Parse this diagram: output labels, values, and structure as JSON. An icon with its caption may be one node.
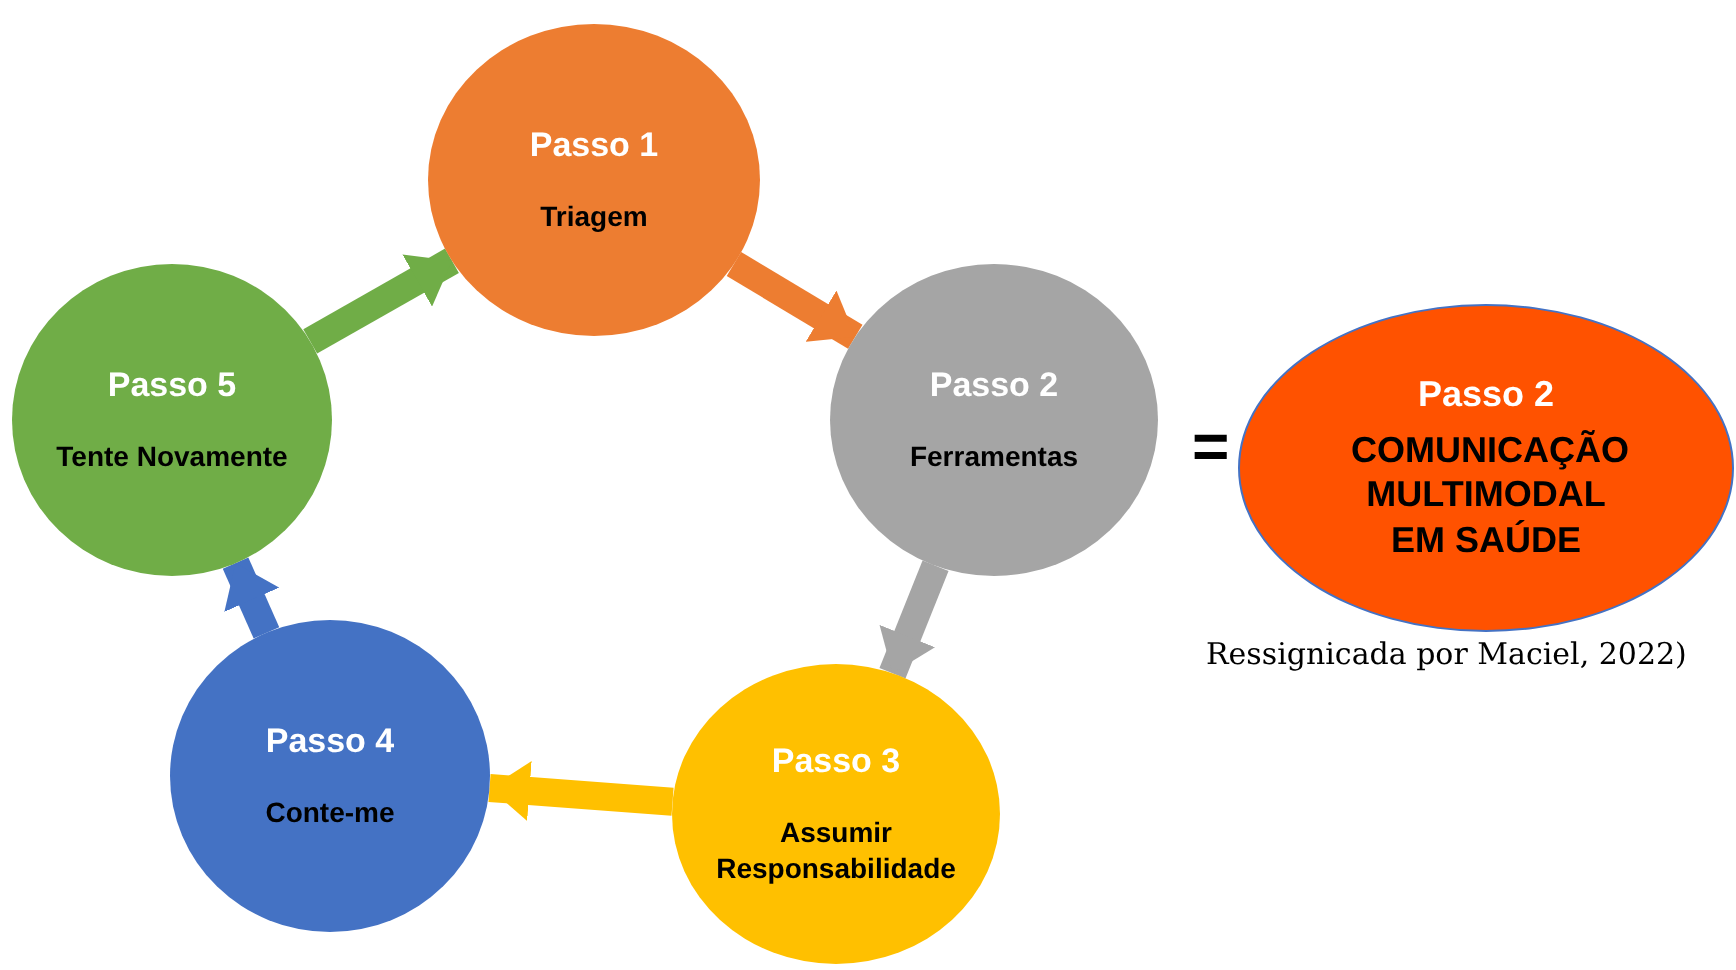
{
  "diagram": {
    "nodes": [
      {
        "text": [
          "Passo 1",
          "Triagem"
        ]
      },
      {
        "text": [
          "Passo 2",
          "Ferramentas"
        ]
      },
      {
        "text": [
          "Passo 3",
          "Assumir Responsabilidade"
        ]
      },
      {
        "text": [
          "Passo 4",
          "Conte-me"
        ]
      },
      {
        "text": [
          "Passo 5",
          "Tente Novamente"
        ]
      },
      {
        "text": [
          "Passo 2",
          "COMUNICAÇÃO MULTIMODAL EM SAÚDE"
        ]
      }
    ],
    "edges": [
      {
        "from": 0,
        "to": 1,
        "arrow": "to",
        "color": "#ed7d31"
      },
      {
        "from": 1,
        "to": 2,
        "arrow": "to",
        "color": "#a5a5a5"
      },
      {
        "from": 2,
        "to": 3,
        "arrow": "to",
        "color": "#ffc000"
      },
      {
        "from": 3,
        "to": 4,
        "arrow": "to",
        "color": "#4472c4"
      },
      {
        "from": 4,
        "to": 0,
        "arrow": "to",
        "color": "#70ad47"
      }
    ],
    "labels": [
      "=",
      "Ressignicada por Maciel, 2022)"
    ]
  }
}
